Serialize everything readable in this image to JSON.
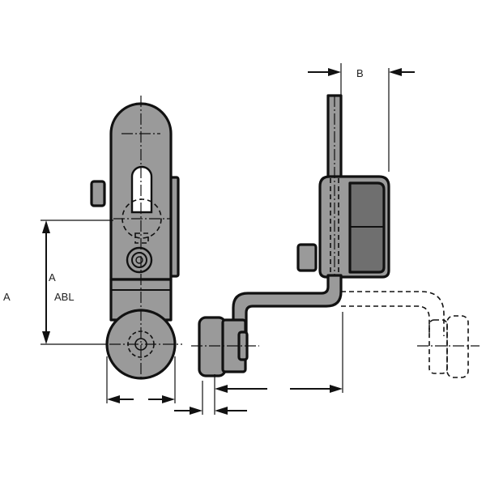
{
  "labels": {
    "a_outer": "A",
    "a_inner": "A",
    "abl": "ABL",
    "b": "B"
  },
  "colors": {
    "part_fill": "#9a9a9a",
    "part_dark": "#6f6f6f",
    "outline": "#111111",
    "background": "#ffffff"
  }
}
